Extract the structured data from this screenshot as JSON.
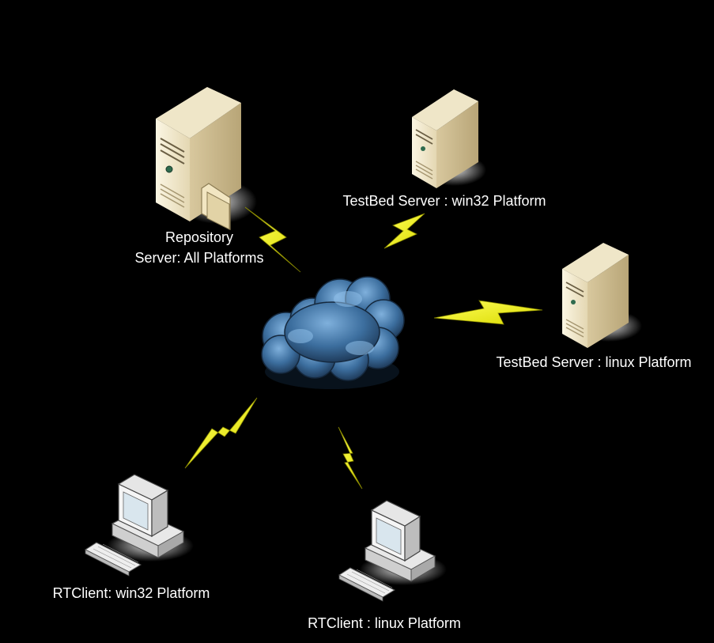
{
  "nodes": {
    "repository": {
      "line1": "Repository",
      "line2": "Server: All Platforms"
    },
    "testbed_win32": {
      "label": "TestBed Server : win32 Platform"
    },
    "testbed_linux": {
      "label": "TestBed Server : linux Platform"
    },
    "rtclient_win32": {
      "label": "RTClient: win32 Platform"
    },
    "rtclient_linux": {
      "label": "RTClient : linux Platform"
    }
  },
  "center": {
    "icon": "network-cloud-icon"
  },
  "icons": {
    "server": "server-tower-icon",
    "workstation": "desktop-computer-icon",
    "link": "lightning-bolt-icon"
  },
  "colors": {
    "background": "#000000",
    "server_body": "#f1e8cc",
    "lightning": "#f2f21a",
    "cloud": "#3f74a6",
    "text": "#ffffff"
  }
}
